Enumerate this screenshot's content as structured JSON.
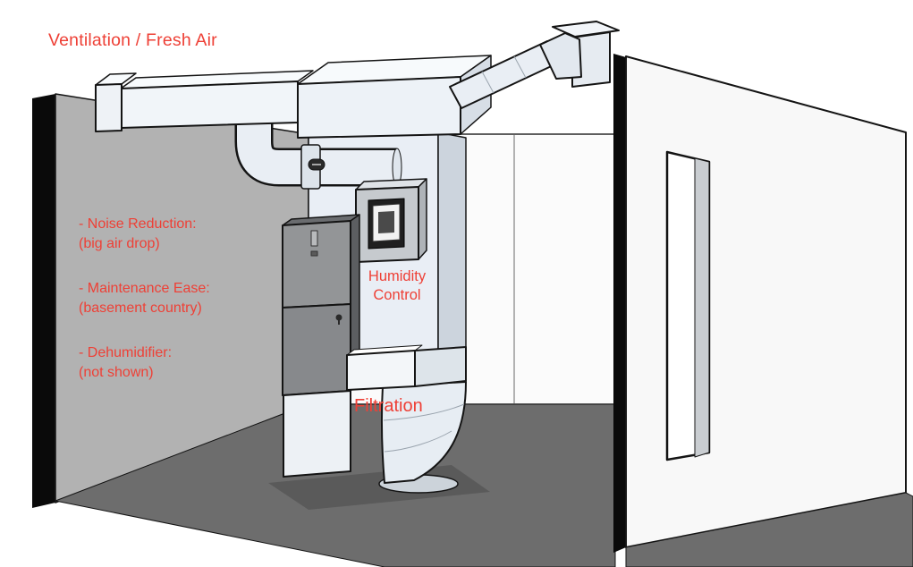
{
  "diagram": {
    "title": "Ventilation / Fresh Air",
    "notes": [
      {
        "heading": "- Noise Reduction:",
        "detail": "(big air drop)"
      },
      {
        "heading": "- Maintenance Ease:",
        "detail": "(basement country)"
      },
      {
        "heading": "- Dehumidifier:",
        "detail": "(not shown)"
      }
    ],
    "labels": {
      "humidity_line1": "Humidity",
      "humidity_line2": "Control",
      "filtration": "Filtration"
    },
    "colors": {
      "annotation_red": "#ee4036",
      "wall_gray": "#b2b2b2",
      "floor_gray": "#6d6d6d",
      "duct_light": "#edf2f7",
      "furnace_gray": "#8b8d90"
    }
  }
}
